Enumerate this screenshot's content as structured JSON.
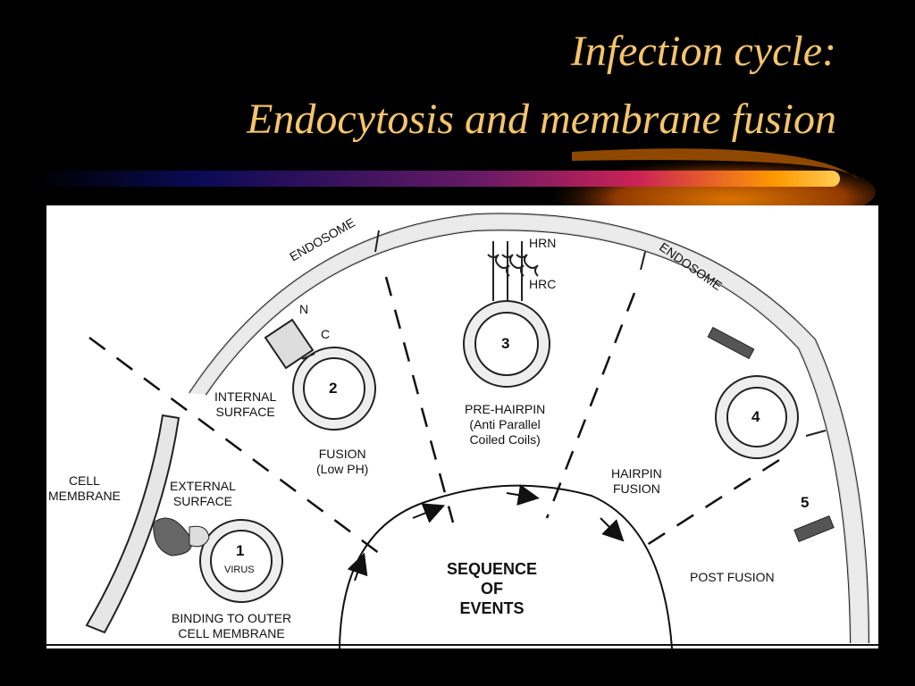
{
  "title": {
    "line1": "Infection cycle:",
    "line2": "Endocytosis and membrane fusion"
  },
  "colors": {
    "background": "#000000",
    "title": "#f5c46b",
    "swoosh_start": "#000033",
    "swoosh_mid": "#cc2255",
    "swoosh_end": "#ff9900",
    "panel": "#ffffff"
  },
  "diagram": {
    "labels": {
      "endosome_left": "ENDOSOME",
      "endosome_right": "ENDOSOME",
      "hrn": "HRN",
      "hrc": "HRC",
      "n": "N",
      "c": "C",
      "internal_surface_1": "INTERNAL",
      "internal_surface_2": "SURFACE",
      "external_surface_1": "EXTERNAL",
      "external_surface_2": "SURFACE",
      "cell_membrane_1": "CELL",
      "cell_membrane_2": "MEMBRANE",
      "fusion_1": "FUSION",
      "fusion_2": "(Low PH)",
      "prehairpin_1": "PRE-HAIRPIN",
      "prehairpin_2": "(Anti Parallel",
      "prehairpin_3": "Coiled Coils)",
      "hairpin_1": "HAIRPIN",
      "hairpin_2": "FUSION",
      "post_fusion": "POST FUSION",
      "binding_1": "BINDING TO OUTER",
      "binding_2": "CELL MEMBRANE",
      "virus": "VIRUS",
      "sequence_1": "SEQUENCE",
      "sequence_2": "OF",
      "sequence_3": "EVENTS"
    },
    "steps": [
      "1",
      "2",
      "3",
      "4",
      "5"
    ]
  }
}
